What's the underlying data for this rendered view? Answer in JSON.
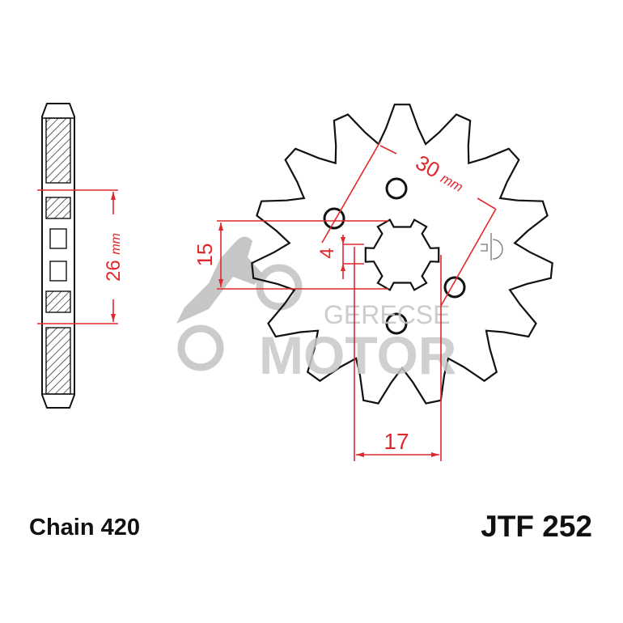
{
  "chain_label": "Chain 420",
  "part_code": "JTF 252",
  "dimensions": {
    "bolt_circle": "30",
    "bolt_circle_unit": "mm",
    "hub_width": "26",
    "hub_width_unit": "mm",
    "spline_height": "15",
    "spline_offset": "4",
    "spline_width": "17"
  },
  "watermark": {
    "line1": "GERECSE",
    "line2": "MOTOR"
  },
  "colors": {
    "outline": "#111111",
    "dimension": "#e0282c",
    "watermark": "#b5b5b5"
  }
}
